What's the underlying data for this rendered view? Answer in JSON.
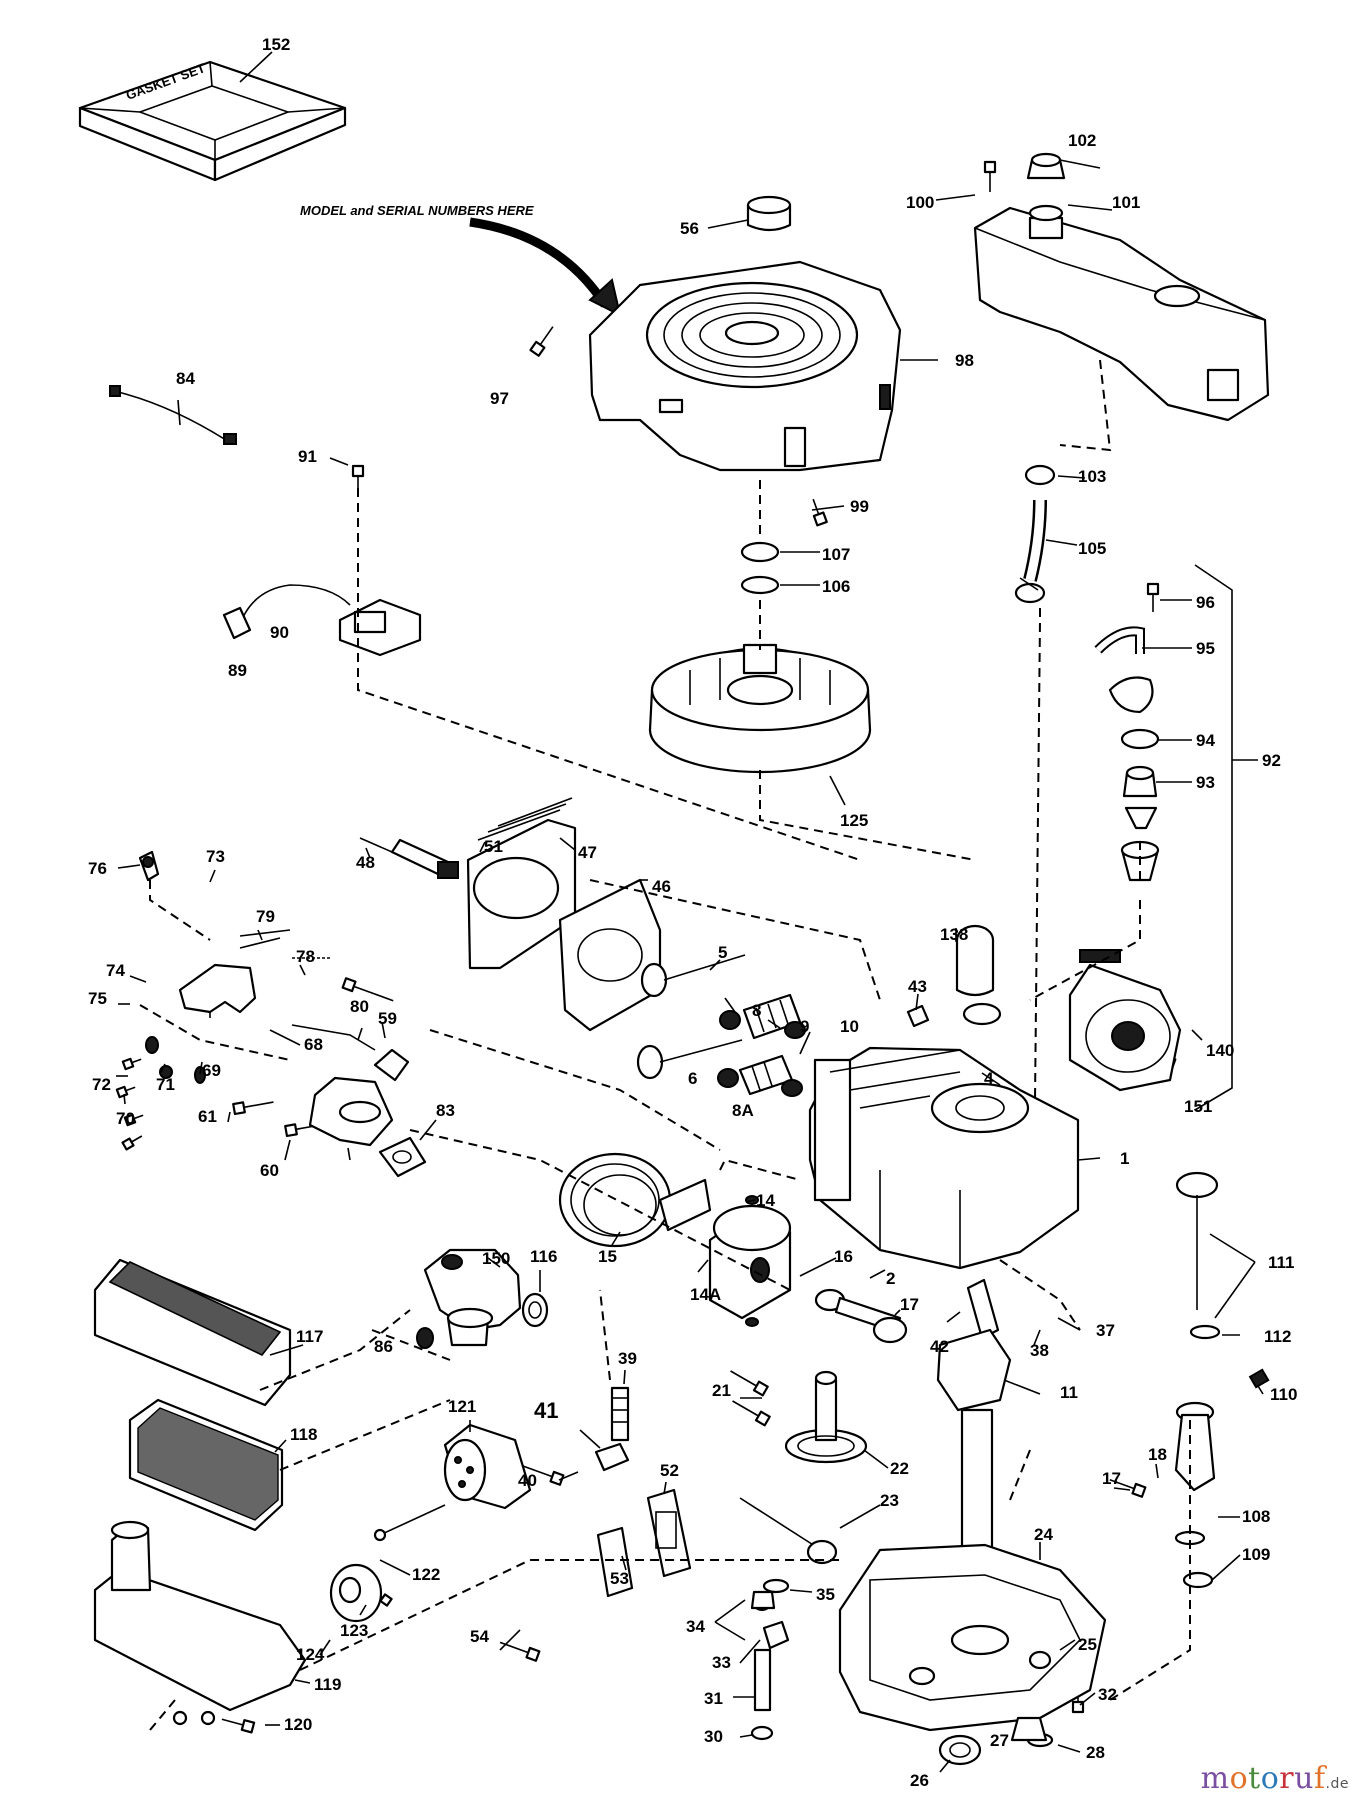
{
  "diagram": {
    "callout_text": "MODEL and SERIAL NUMBERS HERE",
    "gasket_box_text": "GASKET SET",
    "part_labels": [
      "152",
      "56",
      "100",
      "102",
      "101",
      "97",
      "98",
      "84",
      "91",
      "99",
      "103",
      "107",
      "106",
      "105",
      "89",
      "90",
      "96",
      "95",
      "94",
      "92",
      "93",
      "125",
      "76",
      "73",
      "51",
      "47",
      "46",
      "48",
      "79",
      "78",
      "138",
      "5",
      "74",
      "75",
      "80",
      "59",
      "8",
      "9",
      "10",
      "43",
      "140",
      "68",
      "72",
      "71",
      "69",
      "6",
      "8A",
      "4",
      "151",
      "70",
      "61",
      "83",
      "86",
      "60",
      "1",
      "14",
      "150",
      "116",
      "16",
      "15",
      "14A",
      "2",
      "111",
      "17",
      "37",
      "112",
      "117",
      "38",
      "42",
      "39",
      "21",
      "11",
      "110",
      "121",
      "41",
      "52",
      "22",
      "118",
      "17",
      "18",
      "40",
      "53",
      "23",
      "24",
      "108",
      "122",
      "109",
      "54",
      "123",
      "124",
      "34",
      "35",
      "25",
      "33",
      "119",
      "31",
      "32",
      "120",
      "30",
      "27",
      "28",
      "26"
    ]
  },
  "watermark": {
    "text": "motoruf",
    "suffix": ".de",
    "colors": [
      "#7a4ea0",
      "#e0722a",
      "#4a8a3c",
      "#2c7ab8",
      "#c8323c"
    ]
  }
}
